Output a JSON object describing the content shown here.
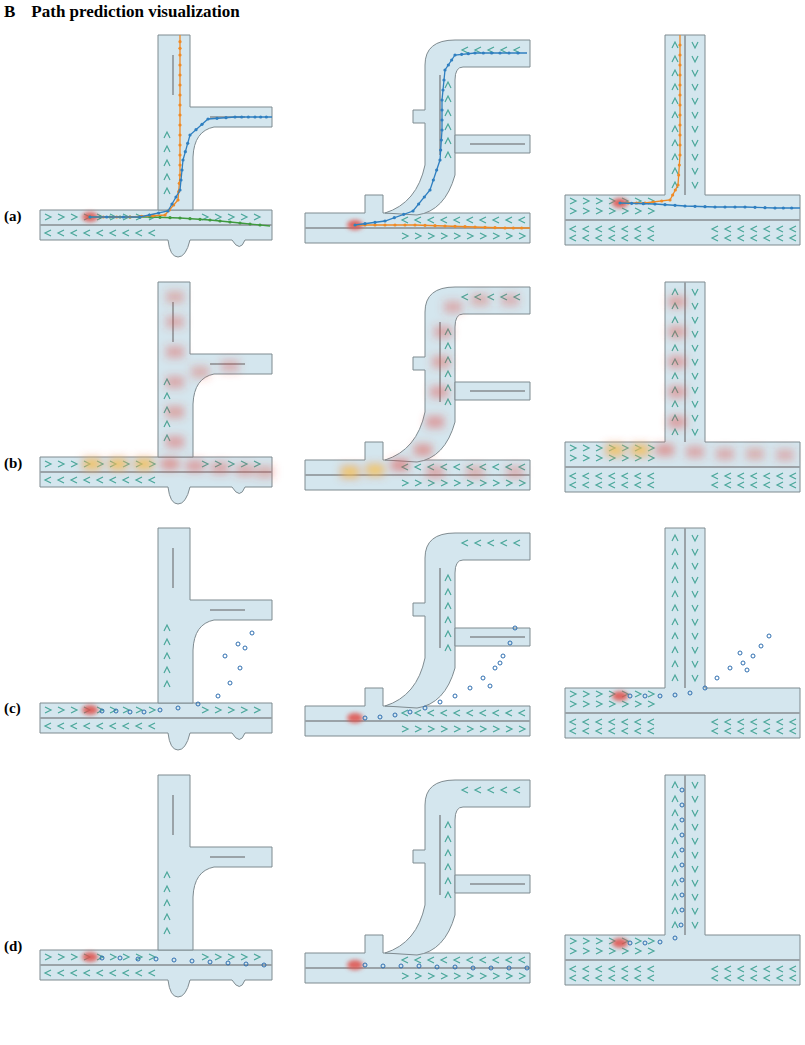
{
  "diagram": {
    "title": "Path prediction visualization",
    "labels": [
      "B",
      "(a)",
      "(b)",
      "(c)",
      "(d)"
    ]
  }
}
